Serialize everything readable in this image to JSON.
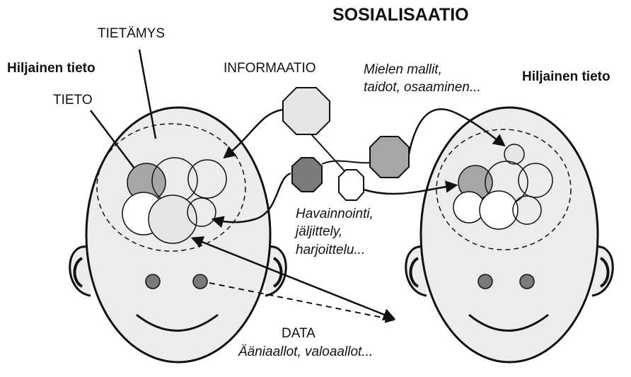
{
  "title": "SOSIALISAATIO",
  "labels": {
    "tietamys": "TIETÄMYS",
    "hiljainen_left": "Hiljainen tieto",
    "tieto": "TIETO",
    "informaatio": "INFORMAATIO",
    "mielen_line1": "Mielen mallit,",
    "mielen_line2": "taidot, osaaminen...",
    "hiljainen_right": "Hiljainen tieto",
    "havainnointi": "Havainnointi,",
    "jaljittely": "jäljittely,",
    "harjoittelu": "harjoittelu...",
    "data": "DATA",
    "aaniaallot": "Ääniaallot, valoaallot..."
  },
  "colors": {
    "head_fill": "#ececec",
    "stroke": "#111111",
    "dark_gray": "#7a7a7a",
    "mid_gray": "#a6a6a6",
    "light_gray": "#e6e6e6",
    "white": "#ffffff"
  }
}
